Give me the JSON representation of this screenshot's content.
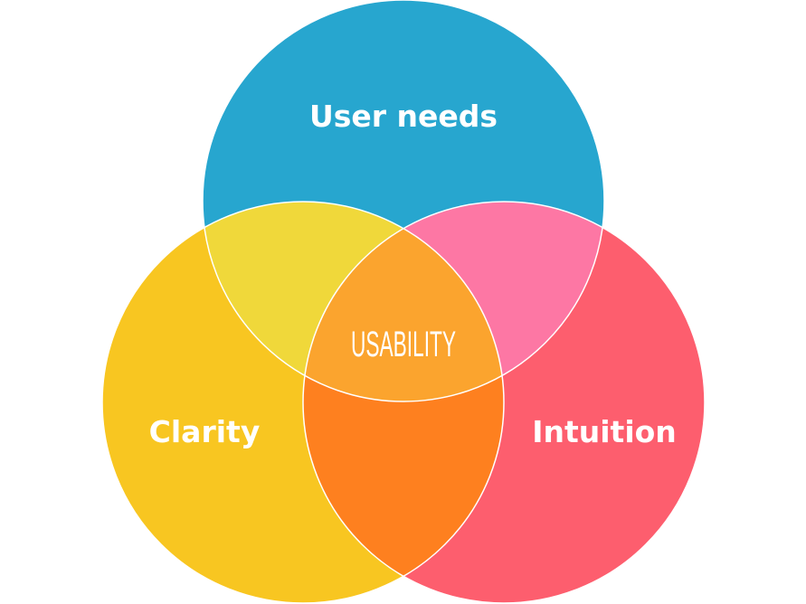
{
  "diagram": {
    "type": "venn",
    "sets": [
      {
        "id": "top",
        "label": "User needs",
        "color": "#27a6cf"
      },
      {
        "id": "left",
        "label": "Clarity",
        "color": "#f8c621"
      },
      {
        "id": "right",
        "label": "Intuition",
        "color": "#fd5e6e"
      }
    ],
    "overlaps": {
      "top_left": {
        "color": "#f0d83a"
      },
      "top_right": {
        "color": "#fd77a4"
      },
      "left_right": {
        "color": "#fe801f"
      },
      "center": {
        "label": "USABILITY",
        "color": "#fba42e"
      }
    },
    "outline_color": "#ffffff"
  }
}
